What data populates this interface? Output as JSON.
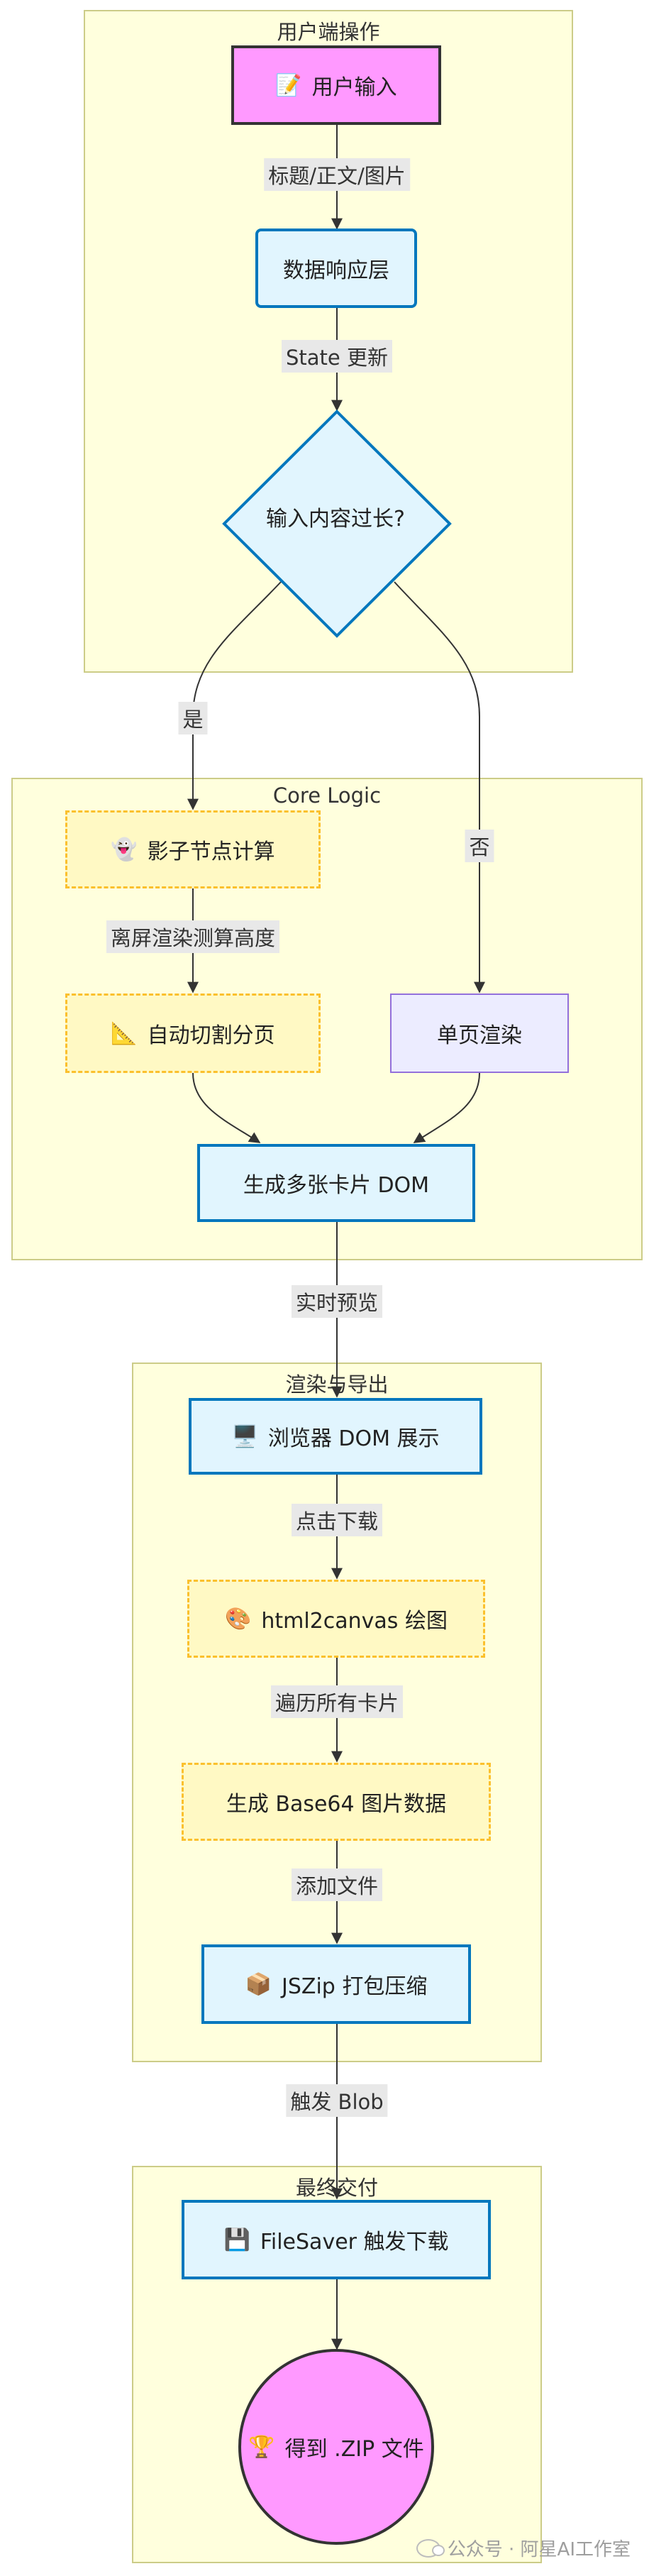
{
  "clusters": {
    "user_ops": "用户端操作",
    "core_logic": "Core Logic",
    "render_export": "渲染与导出",
    "delivery": "最终交付"
  },
  "nodes": {
    "user_input": {
      "icon": "📝",
      "label": "用户输入"
    },
    "data_layer": {
      "label": "数据响应层"
    },
    "too_long": {
      "label": "输入内容过长?"
    },
    "shadow_calc": {
      "icon": "👻",
      "label": "影子节点计算"
    },
    "auto_split": {
      "icon": "📐",
      "label": "自动切割分页"
    },
    "single_render": {
      "label": "单页渲染"
    },
    "gen_cards": {
      "label": "生成多张卡片 DOM"
    },
    "browser_dom": {
      "icon": "🖥️",
      "label": "浏览器 DOM 展示"
    },
    "html2canvas": {
      "icon": "🎨",
      "label": "html2canvas 绘图"
    },
    "base64": {
      "label": "生成 Base64 图片数据"
    },
    "jszip": {
      "icon": "📦",
      "label": "JSZip 打包压缩"
    },
    "filesaver": {
      "icon": "💾",
      "label": "FileSaver 触发下载"
    },
    "zip_file": {
      "icon": "🏆",
      "label": "得到 .ZIP 文件"
    }
  },
  "edges": {
    "title_body_image": "标题/正文/图片",
    "state_update": "State 更新",
    "yes": "是",
    "no": "否",
    "offscreen_measure": "离屏渲染测算高度",
    "realtime_preview": "实时预览",
    "click_download": "点击下载",
    "iterate_cards": "遍历所有卡片",
    "add_files": "添加文件",
    "trigger_blob": "触发 Blob"
  },
  "watermark": {
    "icon": "wechat-icon",
    "text": "公众号 · 阿星AI工作室"
  },
  "colors": {
    "cluster_fill": "#ffffdd",
    "cluster_border": "#cccc88",
    "pink_node": "#ff99ff",
    "blue_fill": "#e1f5fe",
    "blue_border": "#0277bd",
    "dashed_fill": "#fff9c4",
    "dashed_border": "#fbc02d",
    "lavender_fill": "#ececff",
    "lavender_border": "#9370db"
  }
}
